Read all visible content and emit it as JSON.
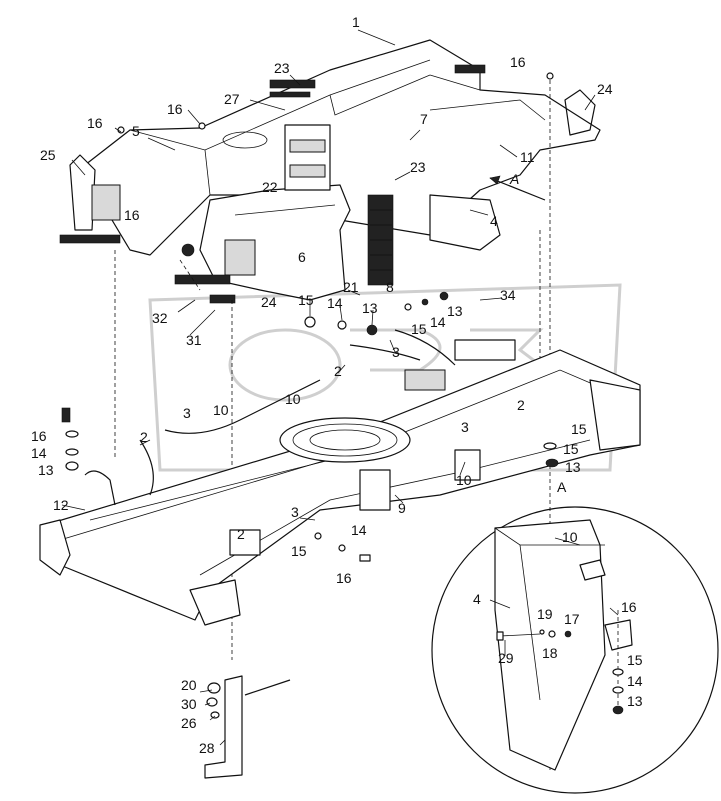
{
  "detail_view_label": "A",
  "direction_arrow_label": "A",
  "callouts": [
    "1",
    "23",
    "16",
    "24",
    "27",
    "16",
    "5",
    "7",
    "11",
    "25",
    "23",
    "22",
    "16",
    "4",
    "16",
    "21",
    "8",
    "6",
    "34",
    "15",
    "14",
    "13",
    "15",
    "14",
    "13",
    "32",
    "24",
    "31",
    "3",
    "2",
    "10",
    "3",
    "10",
    "2",
    "15",
    "16",
    "14",
    "13",
    "15",
    "13",
    "2",
    "3",
    "10",
    "12",
    "9",
    "3",
    "14",
    "2",
    "15",
    "16",
    "10",
    "4",
    "16",
    "19",
    "17",
    "18",
    "29",
    "15",
    "14",
    "13",
    "20",
    "30",
    "26",
    "28"
  ]
}
